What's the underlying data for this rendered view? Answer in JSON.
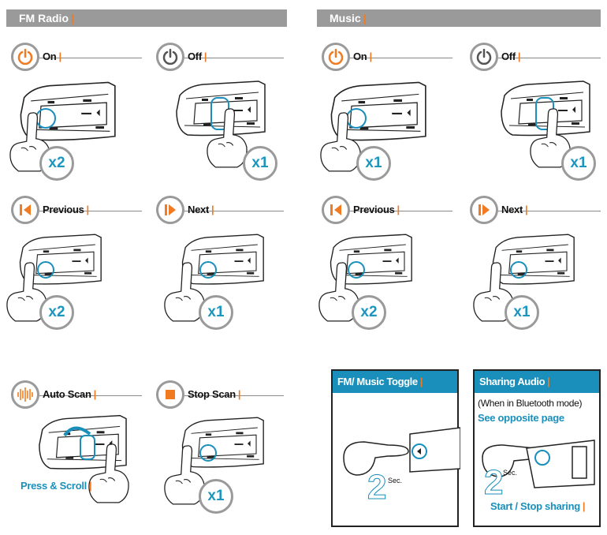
{
  "fm": {
    "title": "FM Radio",
    "rows": [
      {
        "label": "On",
        "icon": "power-icon"
      },
      {
        "label": "Off",
        "icon": "power-icon"
      },
      {
        "label": "Previous",
        "icon": "previous-icon"
      },
      {
        "label": "Next",
        "icon": "next-icon"
      },
      {
        "label": "Auto Scan",
        "icon": "scan-icon"
      },
      {
        "label": "Stop Scan",
        "icon": "stop-icon"
      }
    ],
    "counts": [
      "x2",
      "x1",
      "x2",
      "x1",
      "x1"
    ],
    "press_scroll": "Press & Scroll"
  },
  "music": {
    "title": "Music",
    "rows": [
      {
        "label": "On",
        "icon": "power-icon"
      },
      {
        "label": "Off",
        "icon": "power-icon"
      },
      {
        "label": "Previous",
        "icon": "previous-icon"
      },
      {
        "label": "Next",
        "icon": "next-icon"
      }
    ],
    "counts": [
      "x1",
      "x1",
      "x2",
      "x1"
    ]
  },
  "toggle": {
    "title": "FM/ Music Toggle",
    "seconds": "2",
    "sec_label": "Sec."
  },
  "sharing": {
    "title": "Sharing Audio",
    "mode_note": "(When in Bluetooth mode)",
    "see_page": "See opposite page",
    "seconds": "2",
    "sec_label": "Sec.",
    "action": "Start / Stop sharing"
  },
  "colors": {
    "accent": "#f07b22",
    "blue": "#1a8fbb",
    "gray": "#9a9a9a"
  }
}
